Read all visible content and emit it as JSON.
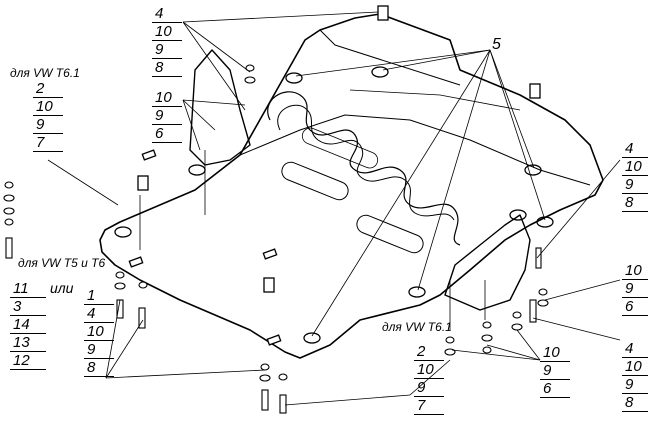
{
  "labels": {
    "vw_t61_top": "для VW T6.1",
    "vw_t5_t6": "для VW T5 и T6",
    "ili": "или",
    "vw_t61_bottom": "для VW T6.1"
  },
  "callouts": {
    "top_left_stack": [
      "4",
      "10",
      "9",
      "8"
    ],
    "mid_left_stack": [
      "10",
      "9",
      "6"
    ],
    "far_left_stack": [
      "2",
      "10",
      "9",
      "7"
    ],
    "left_bottom_stack": [
      "11",
      "3",
      "14",
      "13",
      "12"
    ],
    "bottom_left_stack": [
      "1",
      "4",
      "10",
      "9",
      "8"
    ],
    "top_center_label": "5",
    "right_upper_stack": [
      "4",
      "10",
      "9",
      "8"
    ],
    "right_mid_stack": [
      "10",
      "9",
      "6"
    ],
    "right_lower_stack": [
      "4",
      "10",
      "9",
      "8"
    ],
    "bottom_center_stack": [
      "10",
      "9",
      "6"
    ],
    "bottom_center_left_stack": [
      "2",
      "10",
      "9",
      "7"
    ]
  }
}
